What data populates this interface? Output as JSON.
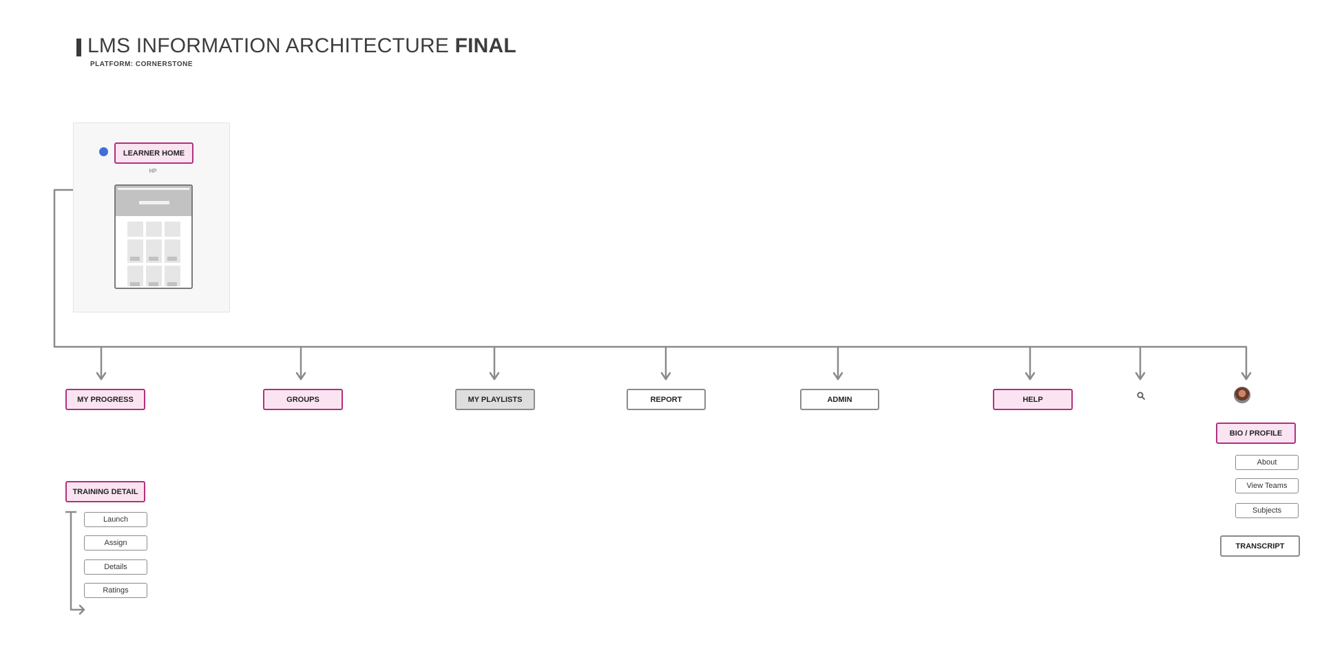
{
  "header": {
    "title_main": "LMS INFORMATION ARCHITECTURE",
    "title_bold": "FINAL",
    "subtitle": "PLATFORM: CORNERSTONE"
  },
  "root": {
    "label": "LEARNER HOME",
    "code": "HP",
    "marker_color": "#3f6fd8"
  },
  "nav": {
    "my_progress": "MY PROGRESS",
    "groups": "GROUPS",
    "my_playlists": "MY PLAYLISTS",
    "report": "REPORT",
    "admin": "ADMIN",
    "help": "HELP",
    "search_icon": "search-icon",
    "avatar_icon": "user-avatar"
  },
  "training": {
    "label": "TRAINING DETAIL",
    "items": [
      "Launch",
      "Assign",
      "Details",
      "Ratings"
    ]
  },
  "profile": {
    "label": "BIO / PROFILE",
    "items": [
      "About",
      "View Teams",
      "Subjects"
    ],
    "transcript": "TRANSCRIPT"
  },
  "colors": {
    "highlight_fill": "#fbe4f1",
    "highlight_border": "#b0307e",
    "connector": "#8a8a8a"
  }
}
